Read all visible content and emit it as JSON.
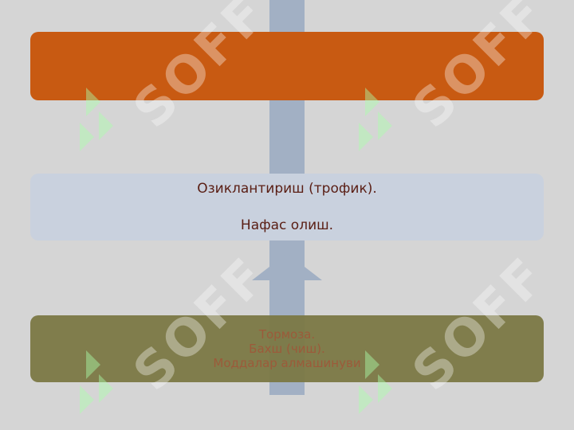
{
  "boxes": {
    "middle": {
      "line1": "Озиклантириш (трофик).",
      "line2": "Нафас олиш."
    },
    "bottom": {
      "line1": "Тормоза.",
      "line2": "Бахш (чиш).",
      "line3": "Моддалар алмашинуви"
    }
  },
  "watermark": {
    "text": "SOFF"
  },
  "colors": {
    "background": "#d5d5d5",
    "arrow": "#a2b0c4",
    "top_box": "#c85a12",
    "middle_box": "#c9d1de",
    "bottom_box": "#7a7642",
    "text_dark": "#5a1e14"
  }
}
